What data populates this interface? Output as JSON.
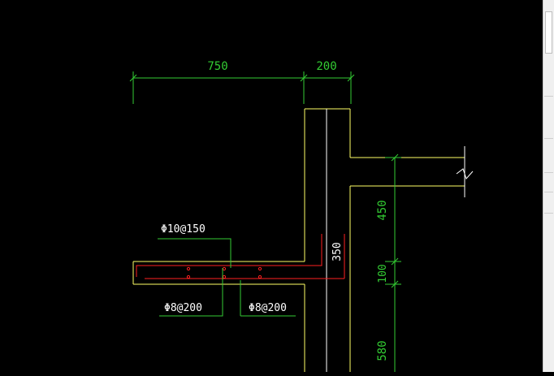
{
  "drawing": {
    "dimensions": {
      "top_left": "750",
      "top_right": "200",
      "slab_thickness": "350",
      "right_upper": "450",
      "right_middle": "100",
      "right_lower": "580"
    },
    "rebar_labels": {
      "top": "Φ10@150",
      "bottom_left": "Φ8@200",
      "bottom_right": "Φ8@200"
    },
    "colors": {
      "background": "#000000",
      "outline": "#ffff66",
      "dimension": "#33cc33",
      "rebar": "#ff2020",
      "annotation": "#ffffff"
    }
  }
}
